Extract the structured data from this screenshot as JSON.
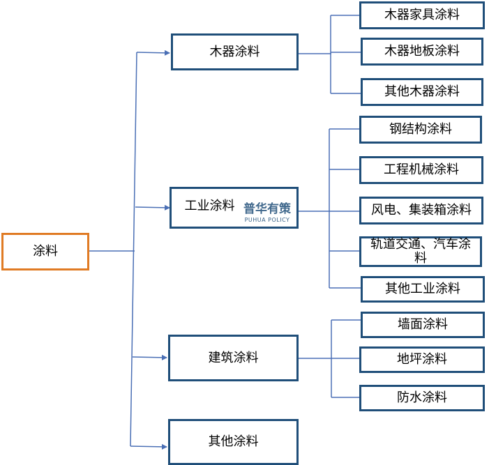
{
  "root": {
    "label": "涂料"
  },
  "categories": [
    {
      "label": "木器涂料",
      "children": [
        "木器家具涂料",
        "木器地板涂料",
        "其他木器涂料"
      ]
    },
    {
      "label": "工业涂料",
      "children": [
        "钢结构涂料",
        "工程机械涂料",
        "风电、集装箱涂料",
        "轨道交通、汽车涂料",
        "其他工业涂料"
      ]
    },
    {
      "label": "建筑涂料",
      "children": [
        "墙面涂料",
        "地坪涂料",
        "防水涂料"
      ]
    },
    {
      "label": "其他涂料",
      "children": []
    }
  ],
  "watermark": {
    "cn": "普华有策",
    "en": "PUHUA POLICY"
  },
  "colors": {
    "box_border": "#1f4e79",
    "root_border": "#e07b24",
    "connector": "#4a6fb5"
  }
}
